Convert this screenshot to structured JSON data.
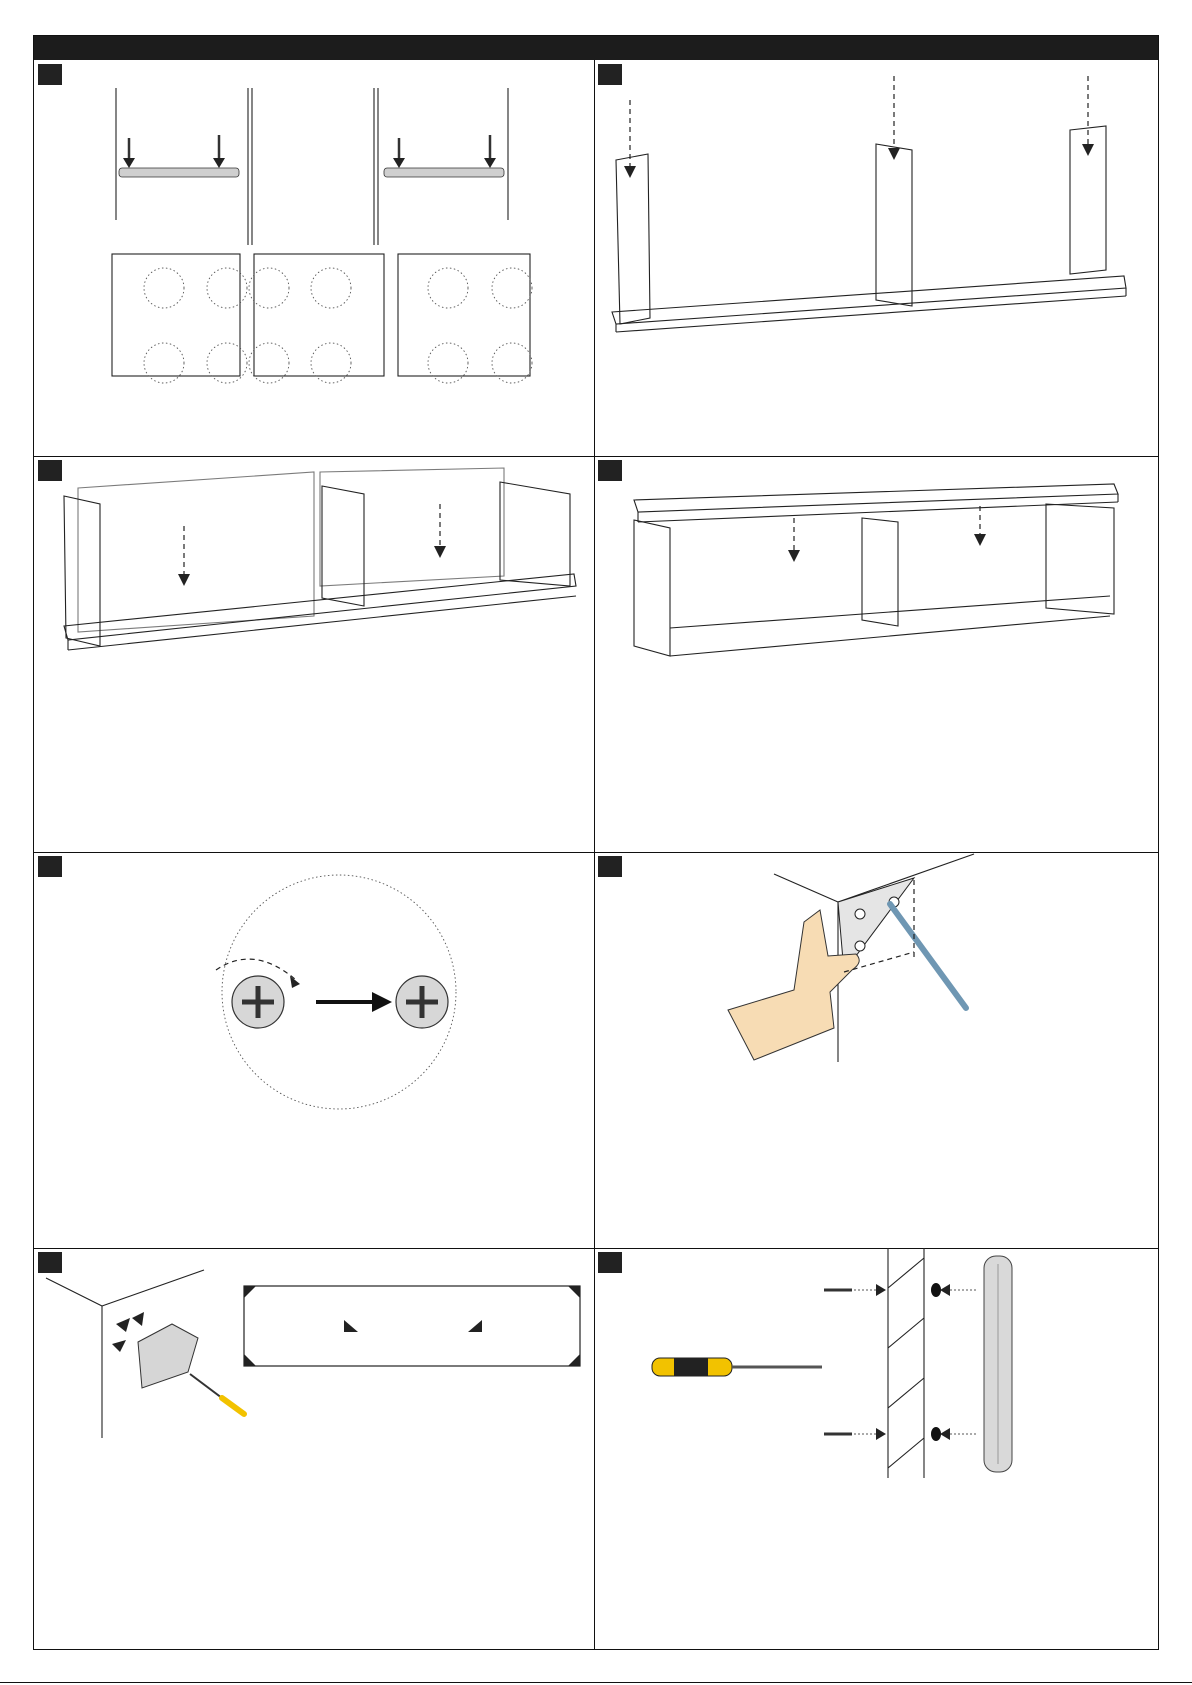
{
  "document": {
    "type": "assembly-instructions",
    "header_bar_color": "#1c1c1c",
    "panels": [
      {
        "id": 1,
        "illustration": "cam-fittings-on-side-panels"
      },
      {
        "id": 2,
        "illustration": "panels-onto-base"
      },
      {
        "id": 3,
        "illustration": "back-panels-slide-in"
      },
      {
        "id": 4,
        "illustration": "top-panel-placement"
      },
      {
        "id": 5,
        "illustration": "cam-lock-turn-detail"
      },
      {
        "id": 6,
        "illustration": "corner-bracket-hand-screwdriver"
      },
      {
        "id": 7,
        "illustration": "bracket-wall-corner-label"
      },
      {
        "id": 8,
        "illustration": "wall-plug-screw-rail"
      }
    ],
    "colors": {
      "skin": "#f7dcb4",
      "screwdriver_yellow": "#f2c200",
      "screwdriver_blue": "#6f97b3",
      "metal": "#cfcfcf"
    }
  }
}
